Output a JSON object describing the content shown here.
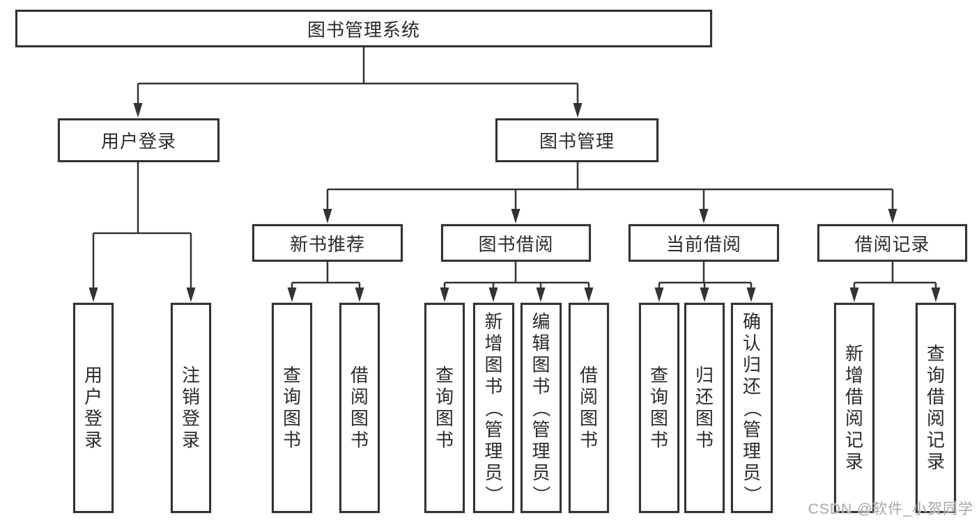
{
  "tree": {
    "root": {
      "label": "图书管理系统"
    },
    "branches": [
      {
        "label": "用户登录",
        "children": [
          {
            "label": "用户登录"
          },
          {
            "label": "注销登录"
          }
        ]
      },
      {
        "label": "图书管理",
        "children": [
          {
            "label": "新书推荐",
            "children": [
              {
                "label": "查询图书"
              },
              {
                "label": "借阅图书"
              }
            ]
          },
          {
            "label": "图书借阅",
            "children": [
              {
                "label": "查询图书"
              },
              {
                "label": "新增图书（管理员）"
              },
              {
                "label": "编辑图书（管理员）"
              },
              {
                "label": "借阅图书"
              }
            ]
          },
          {
            "label": "当前借阅",
            "children": [
              {
                "label": "查询图书"
              },
              {
                "label": "归还图书"
              },
              {
                "label": "确认归还（管理员）"
              }
            ]
          },
          {
            "label": "借阅记录",
            "children": [
              {
                "label": "新增借阅记录"
              },
              {
                "label": "查询借阅记录"
              }
            ]
          }
        ]
      }
    ]
  },
  "watermark": {
    "text": "CSDN @软件_小贺同学"
  },
  "colors": {
    "line": "#333333",
    "box_border": "#333333",
    "box_bg": "#ffffff",
    "text": "#2b2b2b",
    "watermark": "#a8a8a8"
  }
}
